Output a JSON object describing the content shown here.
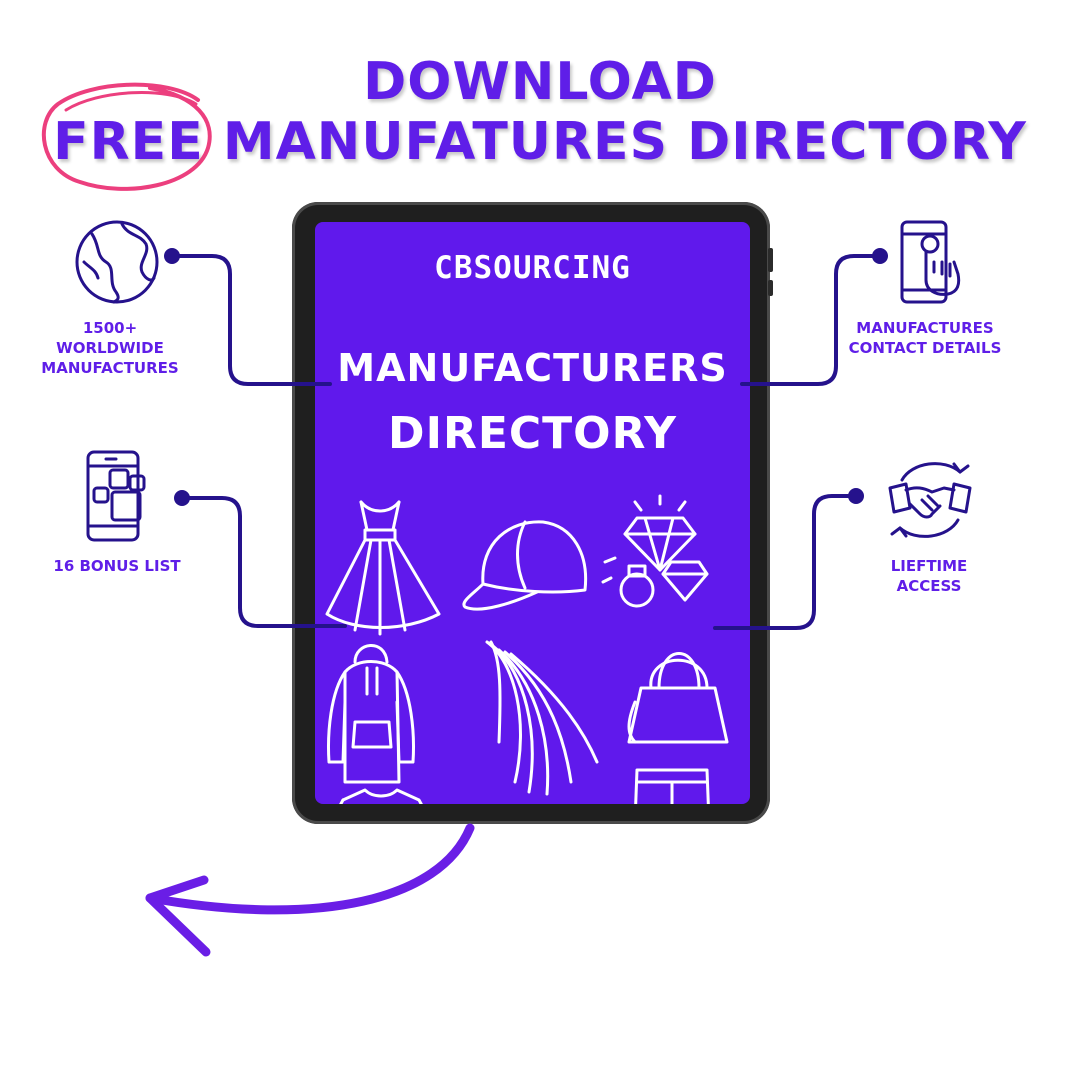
{
  "headline": {
    "line1": "DOWNLOAD",
    "line2": "FREE MANUFATURES DIRECTORY"
  },
  "features": {
    "worldwide": {
      "icon": "globe-icon",
      "label_lines": [
        "1500+",
        "WORLDWIDE",
        "MANUFACTURES"
      ]
    },
    "bonus": {
      "icon": "mobile-apps-icon",
      "label": "16 BONUS LIST"
    },
    "contact": {
      "icon": "phone-touch-icon",
      "label_lines": [
        "MANUFACTURES",
        "CONTACT DETAILS"
      ]
    },
    "lifetime": {
      "icon": "handshake-icon",
      "label_lines": [
        "LIEFTIME",
        "ACCESS"
      ]
    }
  },
  "tablet": {
    "brand": "CBSOURCING",
    "title_line1": "MANUFACTURERS",
    "title_line2": "DIRECTORY",
    "product_icons": [
      "dress-icon",
      "cap-icon",
      "jewelry-icon",
      "hoodie-icon",
      "hair-icon",
      "handbag-icon",
      "tshirt-icon",
      "pants-icon"
    ]
  },
  "colors": {
    "brand_purple": "#5f1ee8",
    "screen_purple": "#6019ec",
    "navy_line": "#25128c",
    "highlight_pink": "#ec3f7e",
    "white": "#ffffff"
  }
}
